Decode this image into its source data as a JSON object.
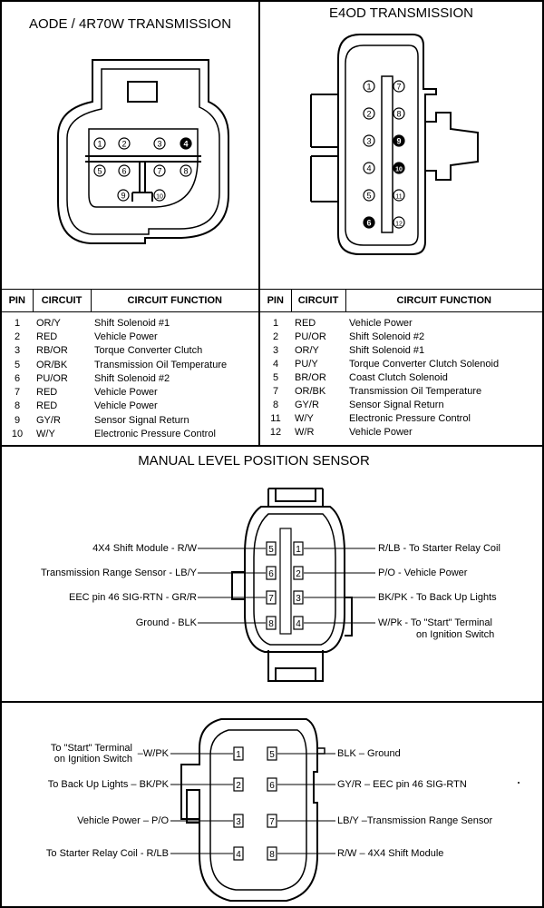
{
  "aode": {
    "title": "AODE / 4R70W TRANSMISSION",
    "connector_pins": [
      "1",
      "2",
      "3",
      "4",
      "5",
      "6",
      "7",
      "8",
      "9",
      "10"
    ],
    "filled_pins": [
      "4"
    ],
    "table": {
      "headers": [
        "PIN",
        "CIRCUIT",
        "CIRCUIT  FUNCTION"
      ],
      "rows": [
        {
          "pin": "1",
          "circuit": "OR/Y",
          "function": "Shift  Solenoid  #1"
        },
        {
          "pin": "2",
          "circuit": "RED",
          "function": "Vehicle  Power"
        },
        {
          "pin": "3",
          "circuit": "RB/OR",
          "function": "Torque  Converter Clutch"
        },
        {
          "pin": "5",
          "circuit": "OR/BK",
          "function": "Transmission  Oil  Temperature"
        },
        {
          "pin": "6",
          "circuit": "PU/OR",
          "function": "Shift  Solenoid  #2"
        },
        {
          "pin": "7",
          "circuit": "RED",
          "function": "Vehicle  Power"
        },
        {
          "pin": "8",
          "circuit": "RED",
          "function": "Vehicle  Power"
        },
        {
          "pin": "9",
          "circuit": "GY/R",
          "function": "Sensor  Signal  Return"
        },
        {
          "pin": "10",
          "circuit": "W/Y",
          "function": "Electronic  Pressure  Control"
        }
      ]
    }
  },
  "e4od": {
    "title": "E4OD   TRANSMISSION",
    "connector_pins_left": [
      "1",
      "2",
      "3",
      "4",
      "5",
      "6"
    ],
    "connector_pins_right": [
      "7",
      "8",
      "9",
      "10",
      "11",
      "12"
    ],
    "filled_pins": [
      "6",
      "9",
      "10"
    ],
    "table": {
      "headers": [
        "PIN",
        "CIRCUIT",
        "CIRCUIT  FUNCTION"
      ],
      "rows": [
        {
          "pin": "1",
          "circuit": "RED",
          "function": "Vehicle  Power"
        },
        {
          "pin": "2",
          "circuit": "PU/OR",
          "function": "Shift  Solenoid  #2"
        },
        {
          "pin": "3",
          "circuit": "OR/Y",
          "function": "Shift  Solenoid  #1"
        },
        {
          "pin": "4",
          "circuit": "PU/Y",
          "function": "Torque  Converter Clutch  Solenoid"
        },
        {
          "pin": "5",
          "circuit": "BR/OR",
          "function": "Coast  Clutch  Solenoid"
        },
        {
          "pin": "7",
          "circuit": "OR/BK",
          "function": "Transmission  Oil  Temperature"
        },
        {
          "pin": "8",
          "circuit": "GY/R",
          "function": "Sensor  Signal  Return"
        },
        {
          "pin": "11",
          "circuit": "W/Y",
          "function": "Electronic  Pressure  Control"
        },
        {
          "pin": "12",
          "circuit": "W/R",
          "function": "Vehicle  Power"
        }
      ]
    }
  },
  "mlps": {
    "title": "MANUAL LEVEL POSITION SENSOR",
    "left_pins": [
      "5",
      "6",
      "7",
      "8"
    ],
    "right_pins": [
      "1",
      "2",
      "3",
      "4"
    ],
    "left_labels": [
      "4X4 Shift  Module - R/W",
      "Transmission Range Sensor - LB/Y",
      "EEC pin 46  SIG-RTN - GR/R",
      "Ground - BLK"
    ],
    "right_labels": [
      "R/LB - To Starter Relay Coil",
      "P/O - Vehicle Power",
      "BK/PK - To Back Up Lights",
      "W/Pk - To \"Start\" Terminal"
    ],
    "right_label_4_line2": "on Ignition Switch"
  },
  "bottom": {
    "left_pins": [
      "1",
      "2",
      "3",
      "4"
    ],
    "right_pins": [
      "5",
      "6",
      "7",
      "8"
    ],
    "left_labels": [
      "–W/PK",
      "To Back Up Lights  – BK/PK",
      "Vehicle Power – P/O",
      "To Starter Relay Coil - R/LB"
    ],
    "left_label_1_lines": [
      "To \"Start\" Terminal",
      "on Ignition Switch"
    ],
    "right_labels": [
      "BLK – Ground",
      "GY/R –   EEC pin 46 SIG-RTN",
      "LB/Y –Transmission Range Sensor",
      "R/W –   4X4 Shift  Module"
    ]
  }
}
